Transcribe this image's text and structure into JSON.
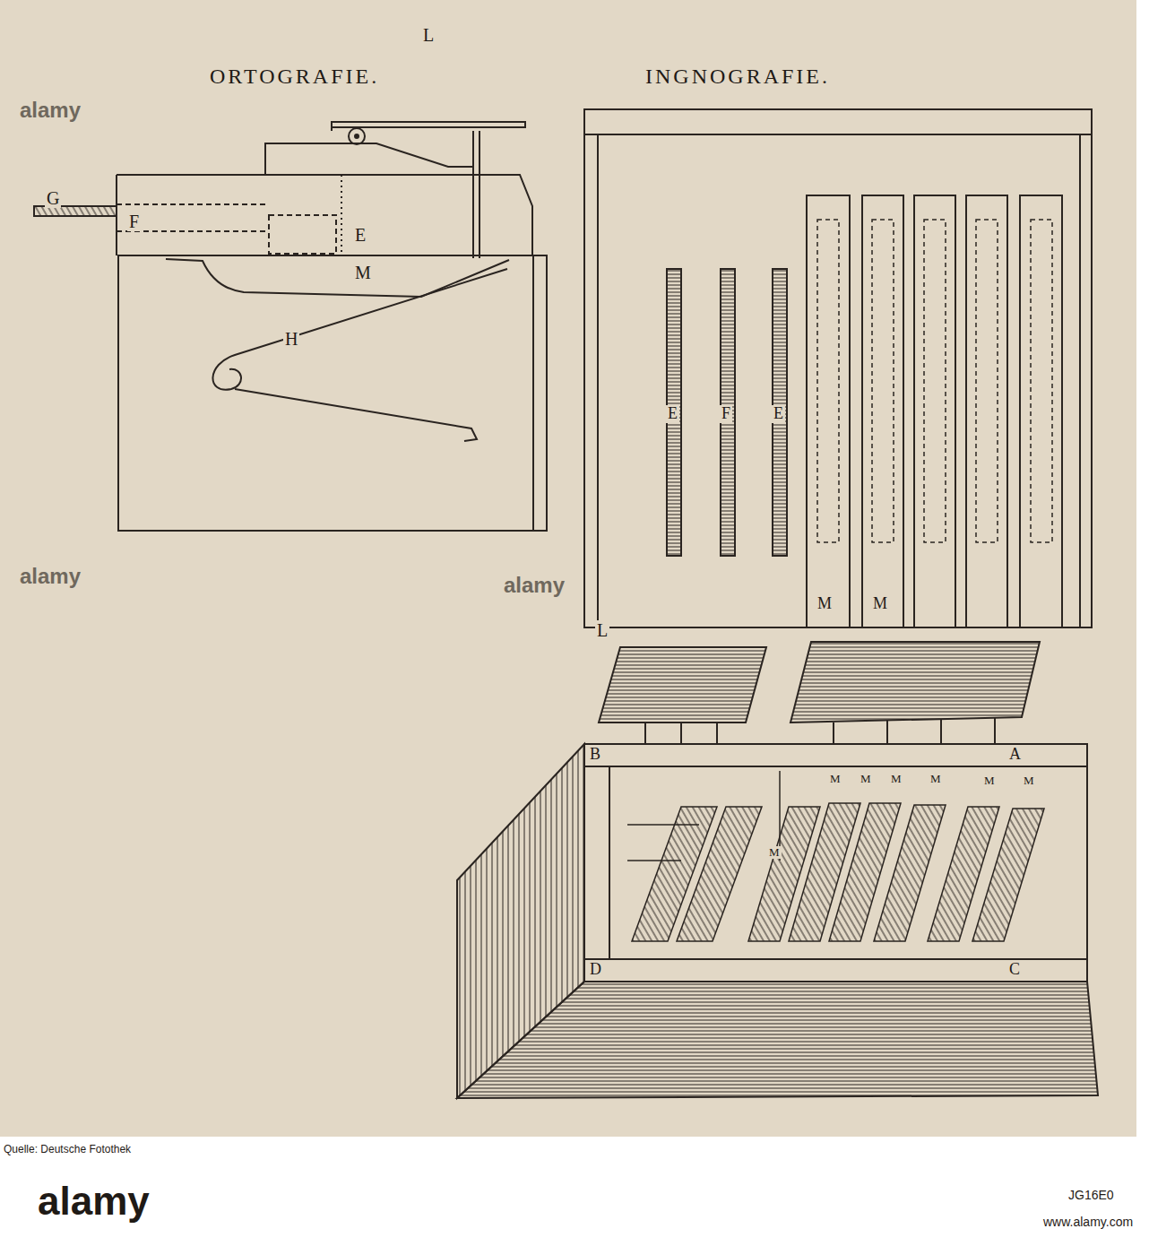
{
  "diagram": {
    "labels": [
      "ORTOGRAFIE.",
      "INGNOGRAFIE.",
      "L",
      "G",
      "F",
      "E",
      "M",
      "H",
      "E",
      "F",
      "E",
      "M",
      "M",
      "L",
      "B",
      "A",
      "D",
      "C",
      "M",
      "M",
      "M",
      "M",
      "M",
      "M",
      "M",
      "Quelle: Deutsche Fotothek",
      "alamy",
      "JG16E0",
      "www.alamy.com",
      "alamy",
      "alamy",
      "alamy"
    ]
  }
}
